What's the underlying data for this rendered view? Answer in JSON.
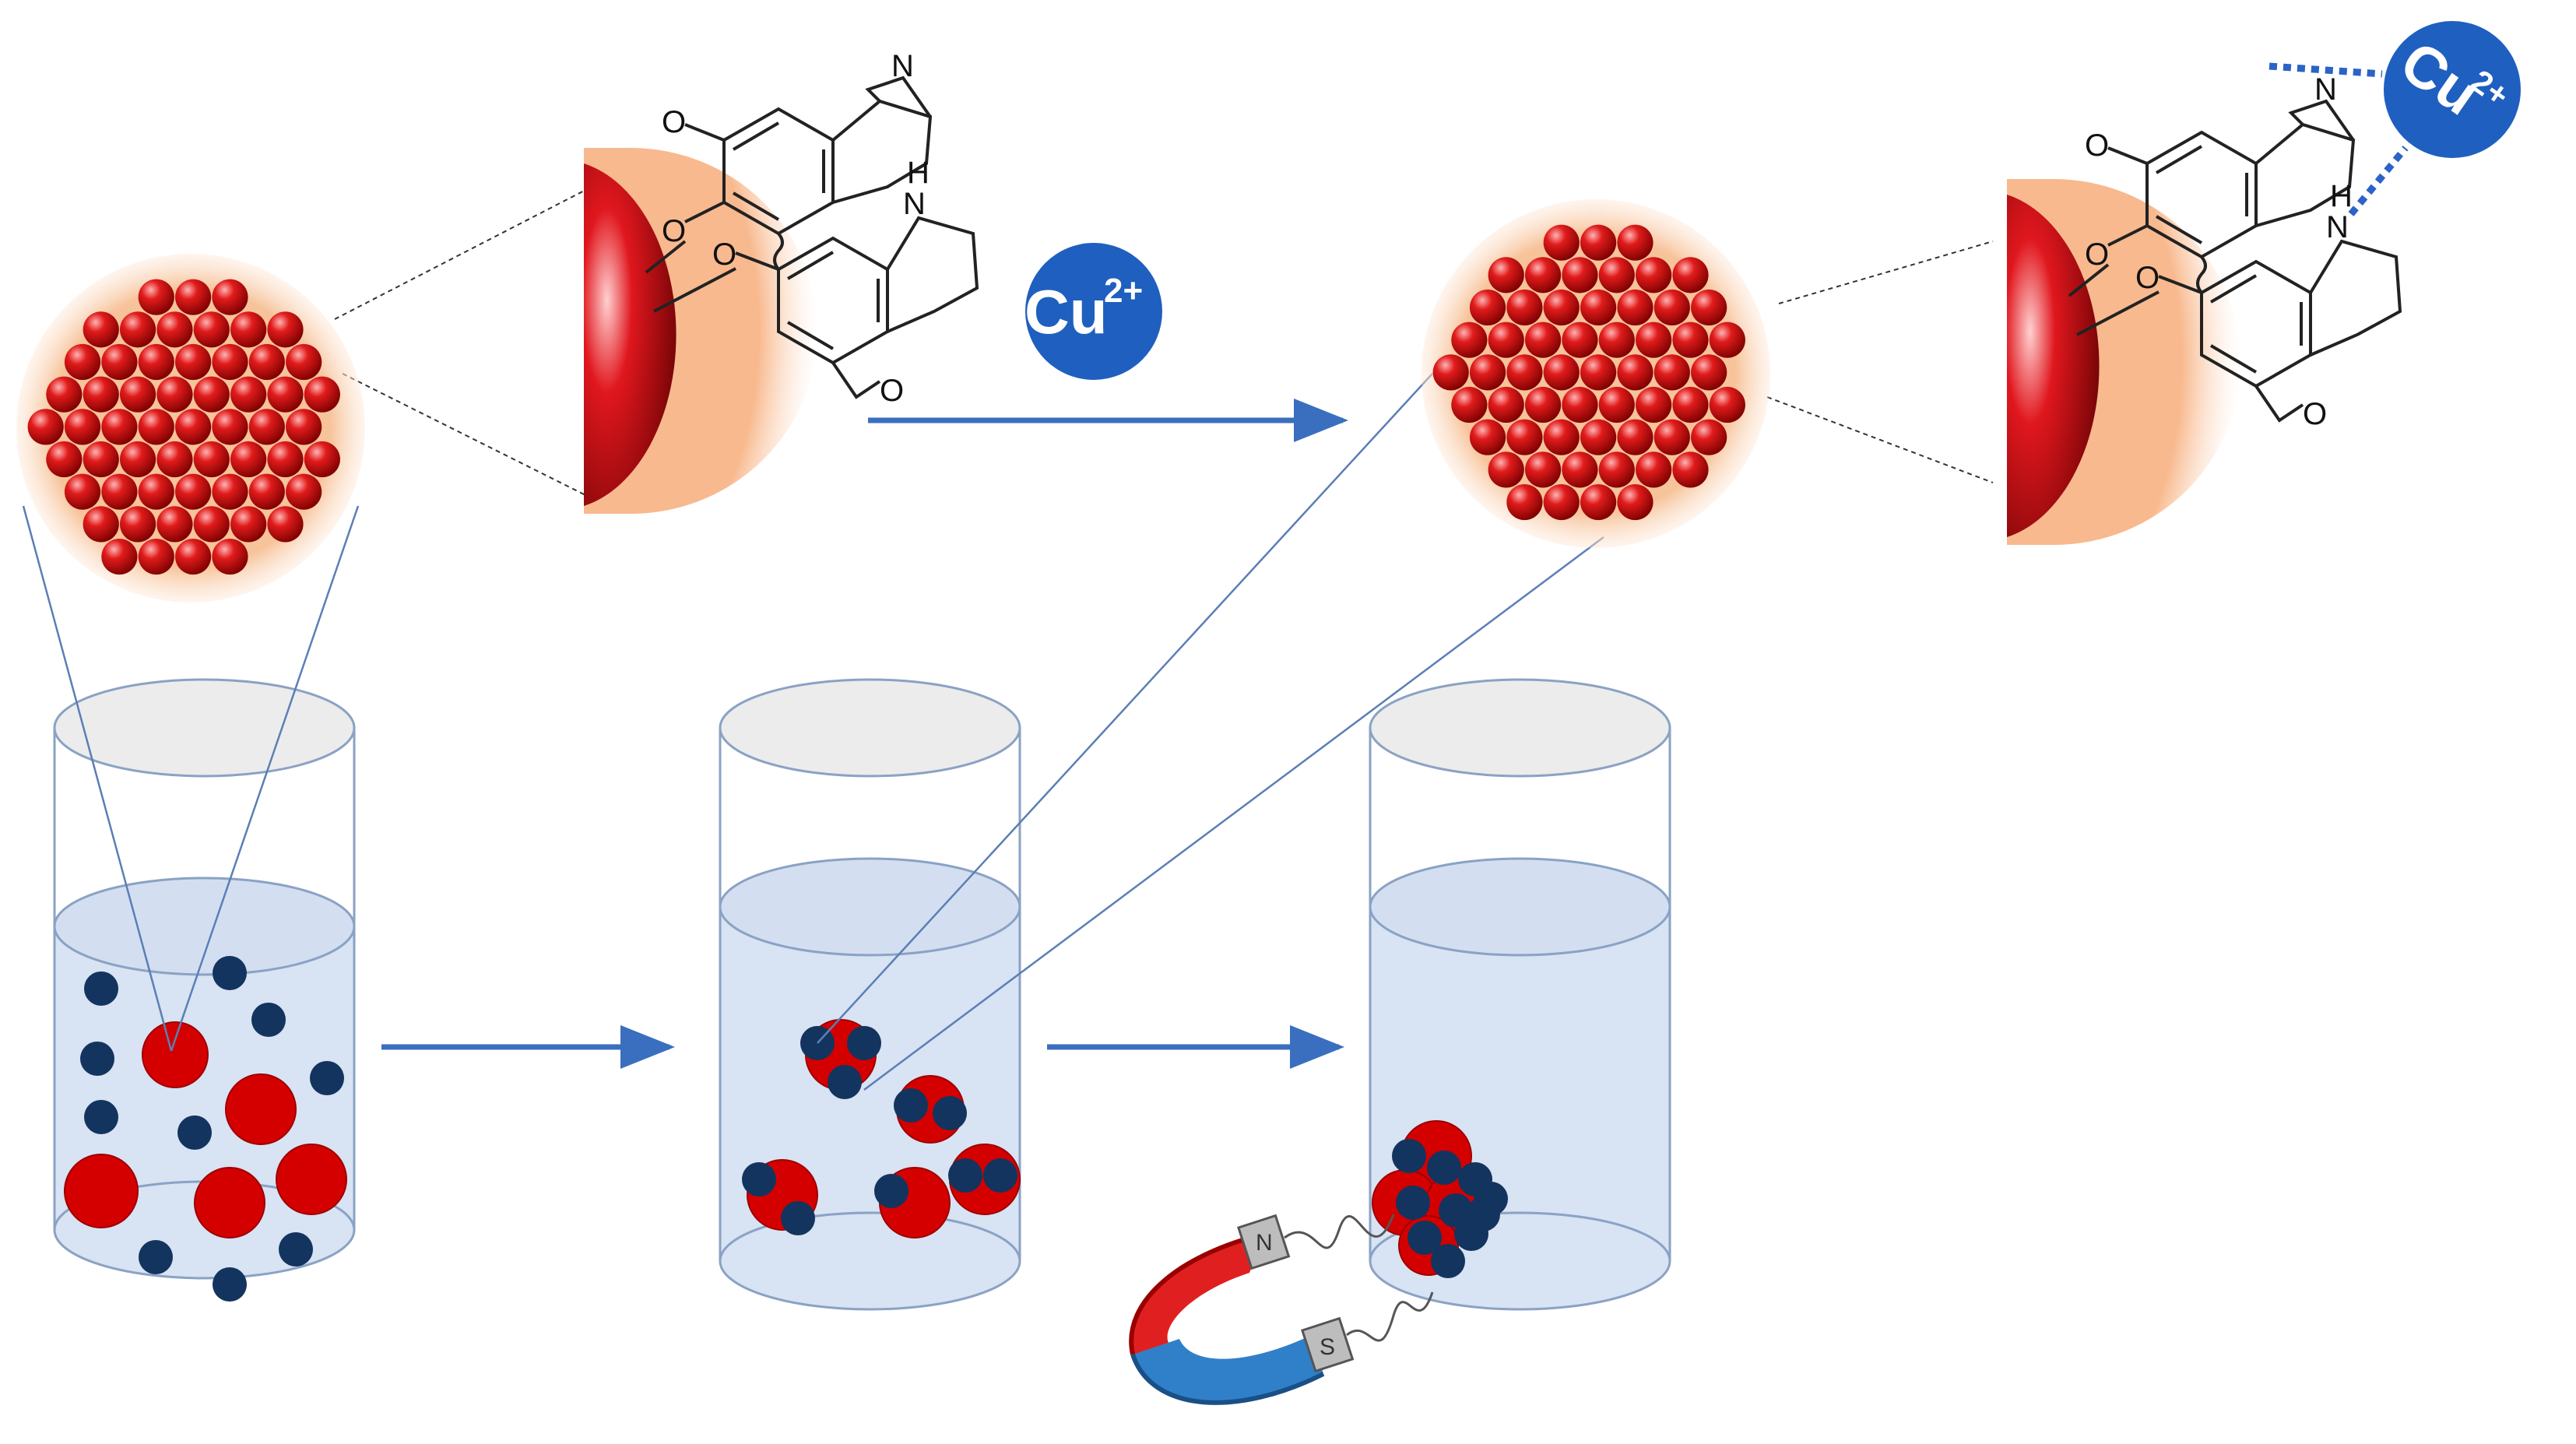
{
  "figure": {
    "ion_label_top": "Cu",
    "ion_charge_top": "2+",
    "ion_label_bound": "Cu",
    "ion_charge_bound": "2+",
    "atom_labels": {
      "n_imine": "N",
      "n_amine": "N",
      "h_amine": "H",
      "oxygen": "O"
    },
    "magnet_poles": {
      "north": "N",
      "south": "S"
    }
  },
  "colors": {
    "arrow": "#3a6ebf",
    "ion_badge": "#1f5fbf",
    "particle_red": "#d40000",
    "particle_navy": "#13345e",
    "liquid": "#d8e3f3",
    "glass_top": "#ececec"
  }
}
